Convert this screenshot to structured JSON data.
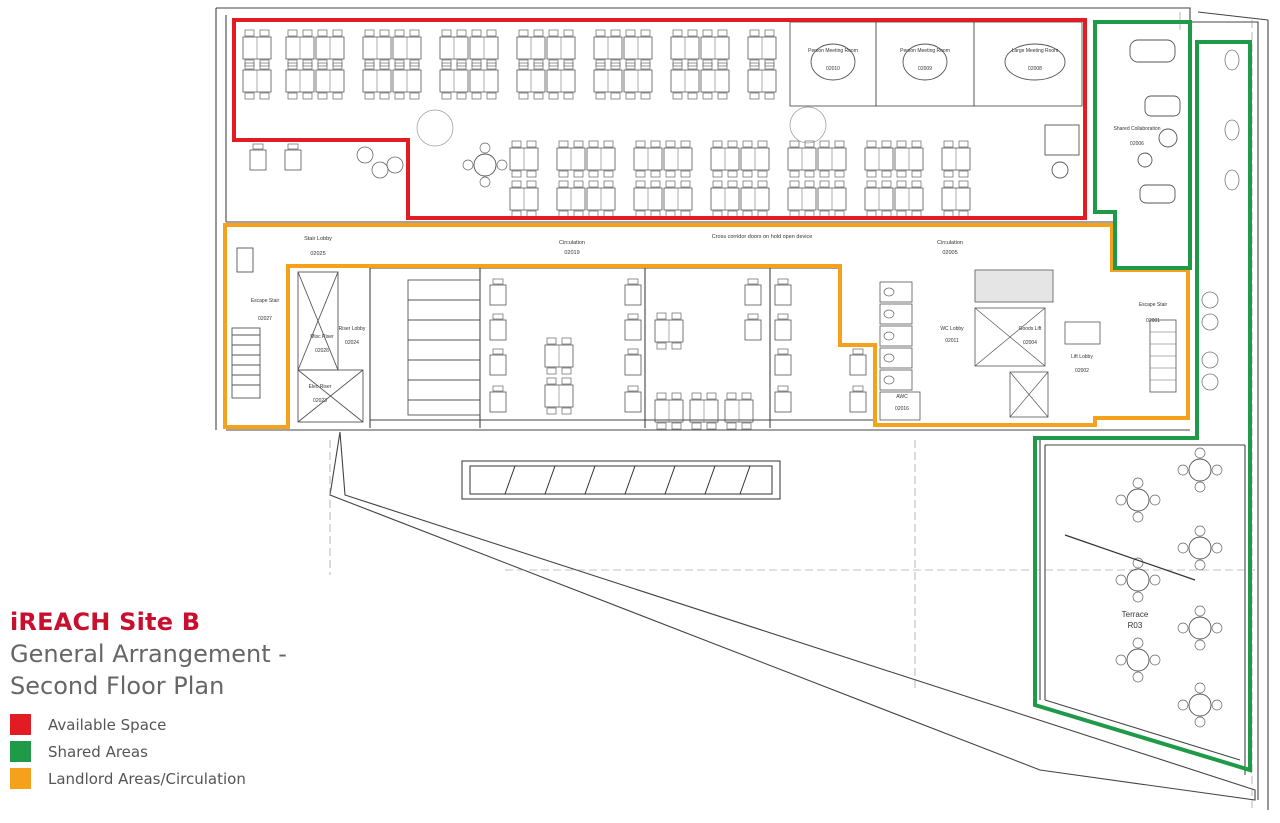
{
  "title": "iREACH Site B",
  "subtitle_line1": "General Arrangement -",
  "subtitle_line2": "Second Floor Plan",
  "legend": [
    {
      "label": "Available Space",
      "color": "#e31b23"
    },
    {
      "label": "Shared Areas",
      "color": "#1f9a48"
    },
    {
      "label": "Landlord Areas/Circulation",
      "color": "#f5a11c"
    }
  ],
  "rooms": {
    "person_meeting_1": {
      "name": "Person Meeting Room",
      "code": "02010"
    },
    "person_meeting_2": {
      "name": "Person Meeting Room",
      "code": "02009"
    },
    "large_meeting": {
      "name": "Large Meeting Room",
      "code": "02008"
    },
    "shared_collab": {
      "name": "Shared Collaboration",
      "code": "02006"
    },
    "stair_lobby": {
      "name": "Stair Lobby",
      "code": "02025"
    },
    "circulation_1": {
      "name": "Circulation",
      "code": "02019"
    },
    "circulation_2": {
      "name": "Circulation",
      "code": "02005"
    },
    "cross_corridor": "Cross corridor doors on hold open device",
    "escape_stair_w": {
      "name": "Escape Stair",
      "code": "02027"
    },
    "misc_riser": {
      "name": "Misc Riser",
      "code": "02026"
    },
    "riser_lobby": {
      "name": "Riser Lobby",
      "code": "02024"
    },
    "elec_riser": {
      "name": "Elec Riser",
      "code": "02023"
    },
    "wc_lobby": {
      "name": "WC Lobby",
      "code": "02011"
    },
    "goods_lift": {
      "name": "Goods Lift",
      "code": "02004"
    },
    "lift_lobby": {
      "name": "Lift Lobby",
      "code": "02002"
    },
    "escape_stair_e": {
      "name": "Escape Stair",
      "code": "02001"
    },
    "awc": {
      "name": "AWC",
      "code": "02016"
    },
    "terrace": {
      "name": "Terrace",
      "code": "R03"
    }
  }
}
